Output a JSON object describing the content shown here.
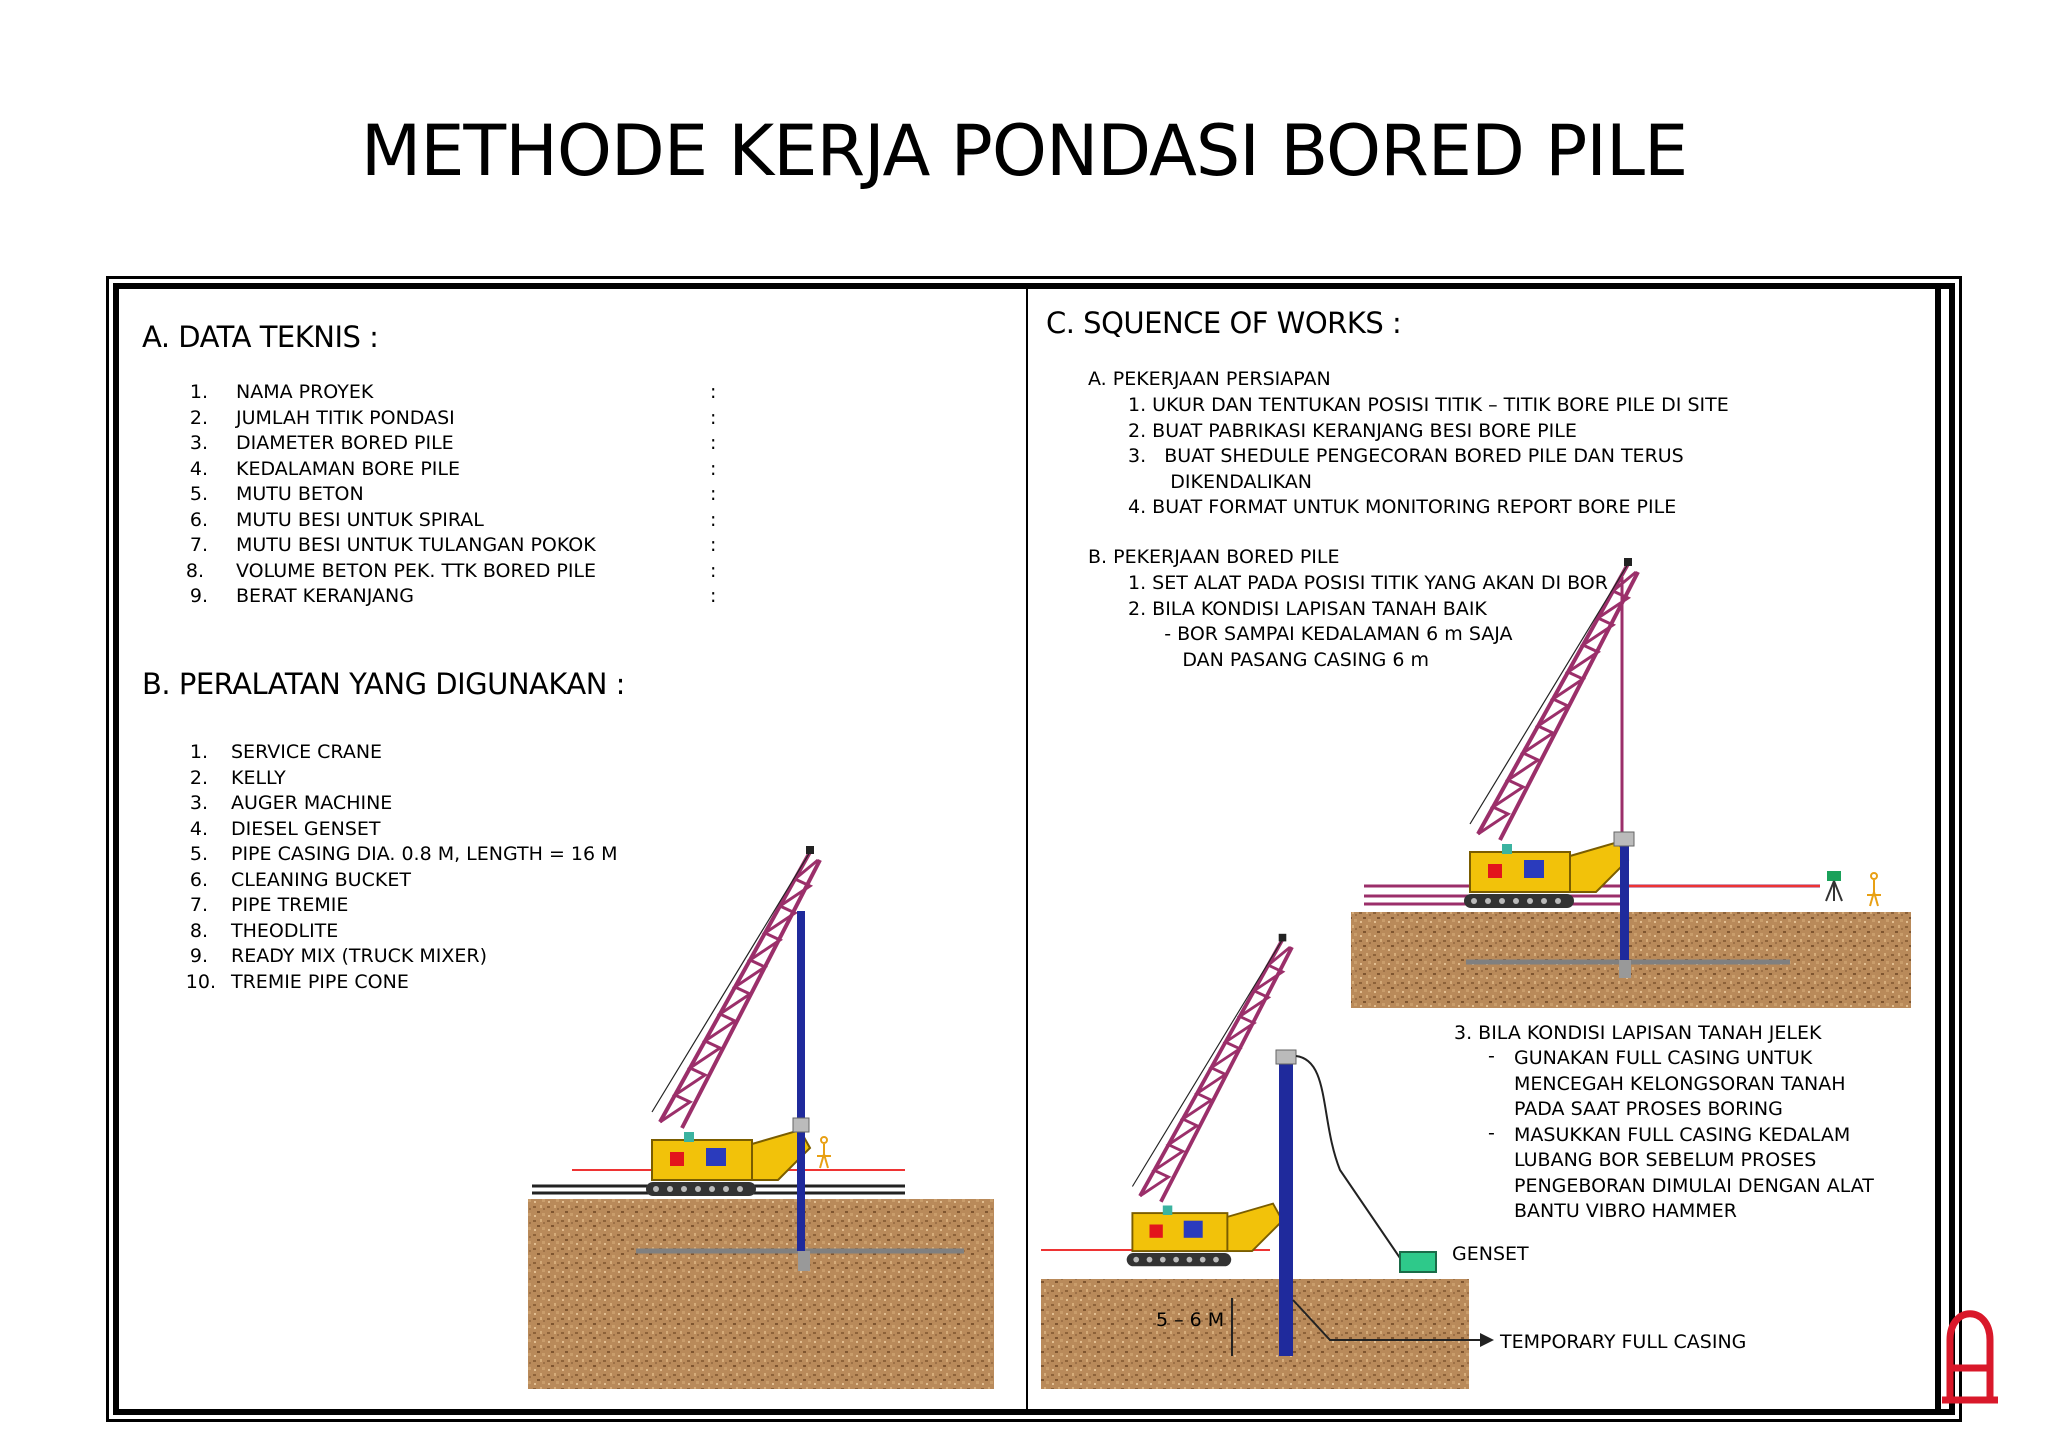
{
  "title": "METHODE KERJA PONDASI BORED PILE",
  "section_a": {
    "heading": "A.  DATA TEKNIS   :",
    "items": [
      {
        "num": "1.",
        "label": "NAMA PROYEK",
        "colon": ":"
      },
      {
        "num": "2.",
        "label": "JUMLAH TITIK PONDASI",
        "colon": ":"
      },
      {
        "num": "3.",
        "label": "DIAMETER BORED PILE",
        "colon": ":"
      },
      {
        "num": "4.",
        "label": "KEDALAMAN BORE PILE",
        "colon": ":"
      },
      {
        "num": "5.",
        "label": "MUTU BETON",
        "colon": ":"
      },
      {
        "num": "6.",
        "label": "MUTU BESI UNTUK SPIRAL",
        "colon": ":"
      },
      {
        "num": "7.",
        "label": "MUTU BESI UNTUK TULANGAN POKOK",
        "colon": ":"
      },
      {
        "num": "8.",
        "label": "VOLUME BETON PEK. TTK BORED PILE",
        "colon": ":"
      },
      {
        "num": "9.",
        "label": "BERAT KERANJANG",
        "colon": ":"
      }
    ]
  },
  "section_b": {
    "heading": "B.  PERALATAN YANG DIGUNAKAN :",
    "items": [
      {
        "num": "1.",
        "label": "SERVICE CRANE"
      },
      {
        "num": "2.",
        "label": "KELLY"
      },
      {
        "num": "3.",
        "label": "AUGER MACHINE"
      },
      {
        "num": "4.",
        "label": "DIESEL GENSET"
      },
      {
        "num": "5.",
        "label": "PIPE CASING DIA. 0.8 M, LENGTH = 16 M"
      },
      {
        "num": "6.",
        "label": "CLEANING BUCKET"
      },
      {
        "num": "7.",
        "label": "PIPE TREMIE"
      },
      {
        "num": "8.",
        "label": "THEODLITE"
      },
      {
        "num": "9.",
        "label": "READY MIX (TRUCK MIXER)"
      },
      {
        "num": "10.",
        "label": "TREMIE PIPE CONE"
      }
    ]
  },
  "section_c": {
    "heading": "C. SQUENCE OF WORKS :",
    "a_heading": "A.    PEKERJAAN PERSIAPAN",
    "a_items": [
      "1.   UKUR DAN TENTUKAN POSISI TITIK – TITIK BORE PILE DI SITE",
      "2.   BUAT PABRIKASI KERANJANG BESI BORE PILE",
      "3.   BUAT SHEDULE PENGECORAN BORED PILE DAN TERUS",
      "       DIKENDALIKAN",
      "4.  BUAT FORMAT UNTUK MONITORING REPORT BORE PILE"
    ],
    "b_heading": "B.    PEKERJAAN BORED PILE",
    "b_items": [
      "1.   SET ALAT PADA POSISI TITIK YANG AKAN DI BOR",
      "2.  BILA KONDISI LAPISAN TANAH BAIK",
      "      - BOR SAMPAI KEDALAMAN 6 m SAJA",
      "         DAN PASANG CASING 6 m"
    ],
    "b3_heading": "3.   BILA KONDISI LAPISAN TANAH JELEK",
    "b3_items": [
      {
        "dash": "-",
        "lines": [
          "GUNAKAN FULL CASING UNTUK",
          "MENCEGAH KELONGSORAN TANAH",
          "PADA SAAT PROSES BORING"
        ]
      },
      {
        "dash": "-",
        "lines": [
          "MASUKKAN FULL CASING KEDALAM",
          "LUBANG BOR SEBELUM PROSES",
          "PENGEBORAN DIMULAI DENGAN ALAT",
          "BANTU VIBRO HAMMER"
        ]
      }
    ]
  },
  "diagram_labels": {
    "genset": "GENSET",
    "depth": "5 – 6 M",
    "temporary_casing": "TEMPORARY FULL CASING"
  },
  "colors": {
    "soil": "#b98a5a",
    "boom": "#9b2f6a",
    "crane_body": "#f2c20a",
    "pipe": "#1f2a9c",
    "genset": "#2ec98a",
    "logo": "#d9182a"
  }
}
